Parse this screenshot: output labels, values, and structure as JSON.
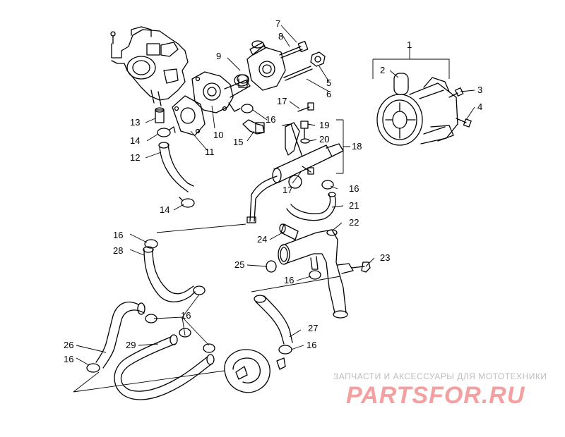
{
  "callouts": {
    "c1": "1",
    "c2": "2",
    "c3": "3",
    "c4": "4",
    "c5": "5",
    "c6": "6",
    "c7": "7",
    "c8": "8",
    "c9": "9",
    "c10": "10",
    "c11": "11",
    "c12": "12",
    "c13": "13",
    "c14a": "14",
    "c14b": "14",
    "c15": "15",
    "c16a": "16",
    "c16b": "16",
    "c16c": "16",
    "c16d": "16",
    "c16e": "16",
    "c16f": "16",
    "c16g": "16",
    "c17a": "17",
    "c17b": "17",
    "c18": "18",
    "c19": "19",
    "c20": "20",
    "c21": "21",
    "c22": "22",
    "c23": "23",
    "c24": "24",
    "c25": "25",
    "c26": "26",
    "c27": "27",
    "c28": "28",
    "c29": "29"
  },
  "watermark": {
    "tagline": "ЗАПЧАСТИ И АКСЕССУАРЫ ДЛЯ МОТОТЕХНИКИ",
    "logo": "PARTSFOR.RU",
    "color_tagline": "#bdbdbd",
    "color_logo": "#f4a0a0"
  }
}
